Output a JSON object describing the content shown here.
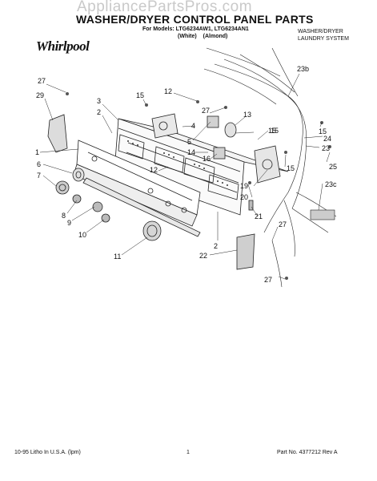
{
  "watermark": "AppliancePartsPros.com",
  "title": "WASHER/DRYER CONTROL PANEL PARTS",
  "models": "For Models: LTG6234AW1, LTG6234AN1",
  "colors": "(White)   (Almond)",
  "brand": "Whirlpool",
  "system": {
    "line1": "WASHER/DRYER",
    "line2": "LAUNDRY SYSTEM"
  },
  "footer": {
    "left": "10-95 Litho In U.S.A. (lpm)",
    "page": "1",
    "right": "Part No. 4377212 Rev A"
  },
  "callouts": [
    "27",
    "29",
    "3",
    "2",
    "1",
    "6",
    "7",
    "8",
    "9",
    "10",
    "11",
    "15",
    "12",
    "4",
    "27",
    "13",
    "5",
    "14",
    "16",
    "12",
    "15",
    "19",
    "20",
    "21",
    "2",
    "22",
    "23b",
    "15",
    "24",
    "23",
    "25",
    "23c",
    "27",
    "15",
    "15",
    "27"
  ]
}
